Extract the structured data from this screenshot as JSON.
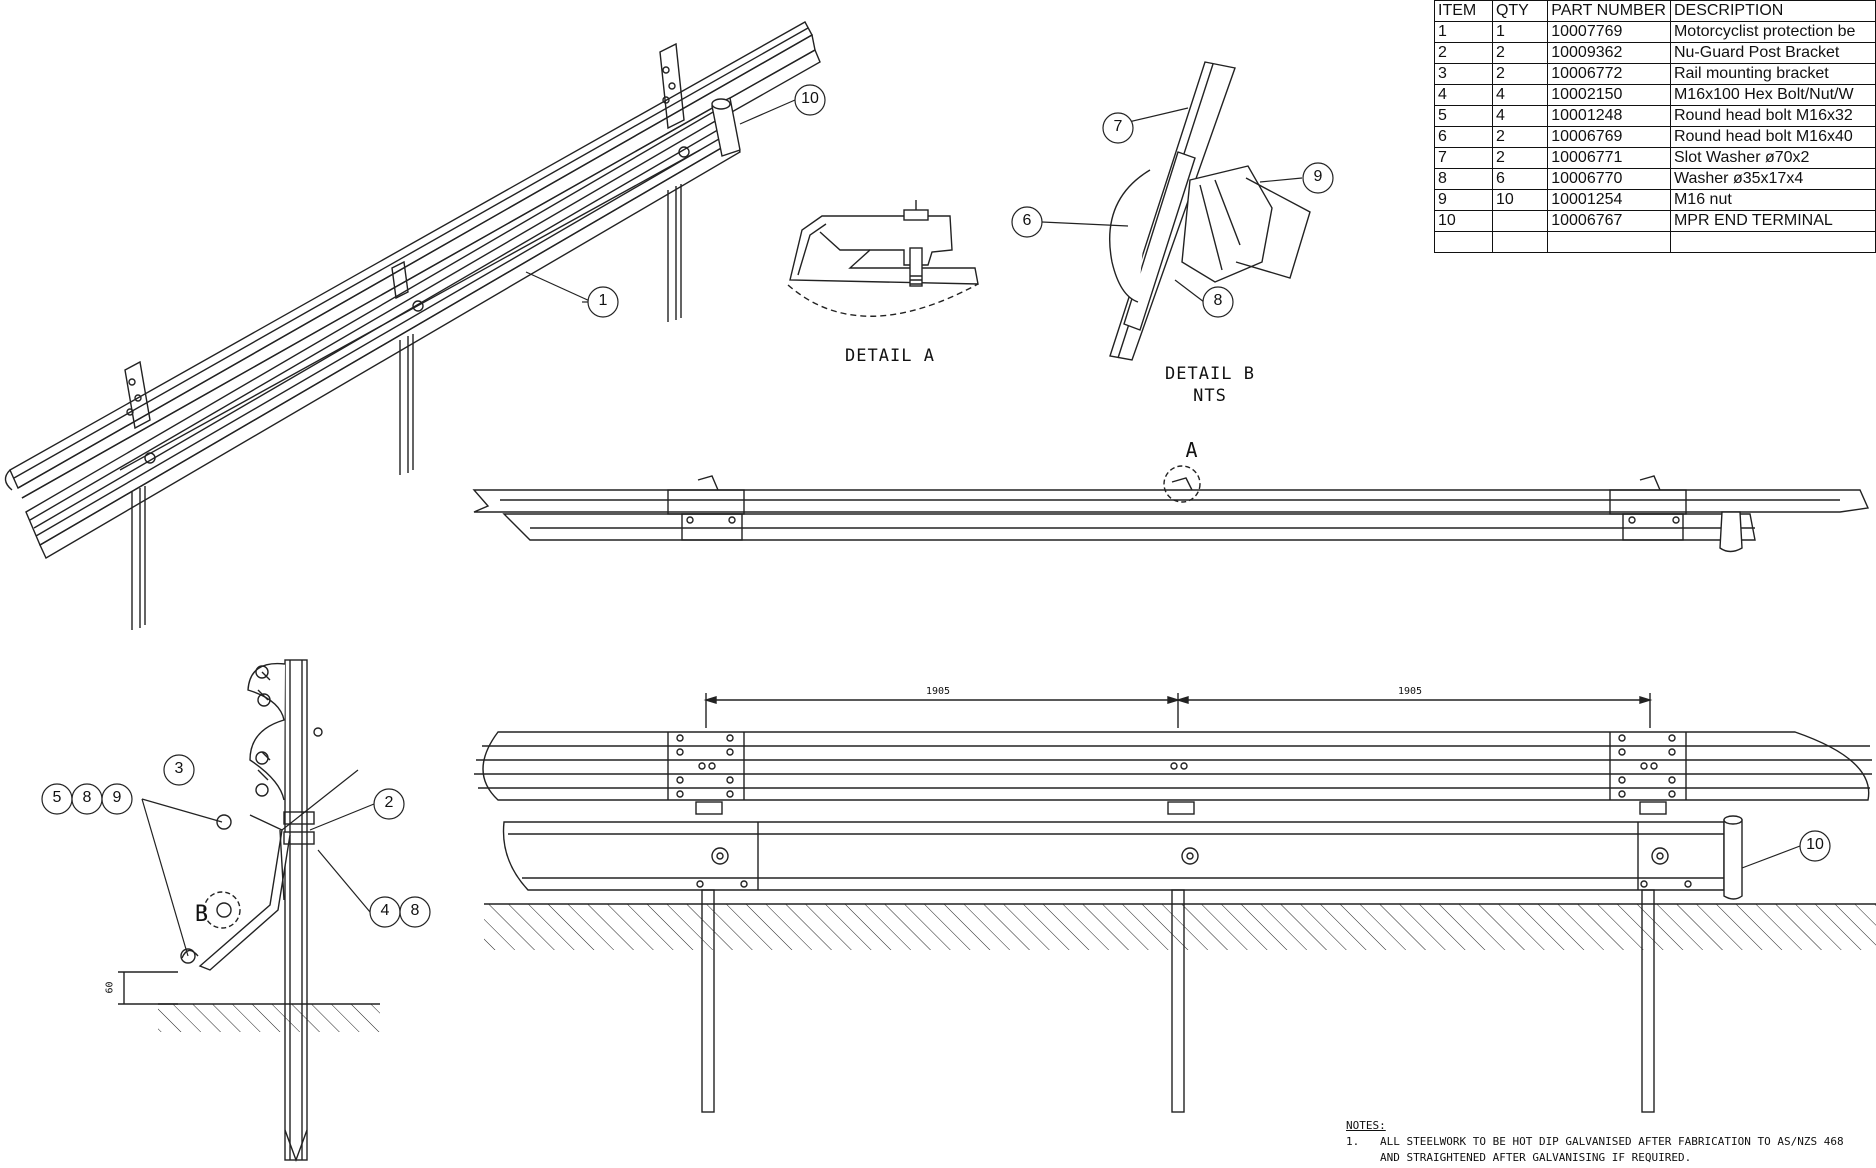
{
  "bom": {
    "headers": [
      "ITEM",
      "QTY",
      "PART NUMBER",
      "DESCRIPTION"
    ],
    "rows": [
      [
        "1",
        "1",
        "10007769",
        "Motorcyclist protection be"
      ],
      [
        "2",
        "2",
        "10009362",
        "Nu-Guard Post Bracket"
      ],
      [
        "3",
        "2",
        "10006772",
        "Rail mounting bracket"
      ],
      [
        "4",
        "4",
        "10002150",
        "M16x100 Hex Bolt/Nut/W"
      ],
      [
        "5",
        "4",
        "10001248",
        "Round head bolt M16x32"
      ],
      [
        "6",
        "2",
        "10006769",
        "Round head bolt M16x40"
      ],
      [
        "7",
        "2",
        "10006771",
        "Slot Washer ø70x2"
      ],
      [
        "8",
        "6",
        "10006770",
        "Washer ø35x17x4"
      ],
      [
        "9",
        "10",
        "10001254",
        "M16 nut"
      ],
      [
        "10",
        "",
        "10006767",
        "MPR END TERMINAL"
      ],
      [
        "",
        "",
        "",
        ""
      ]
    ]
  },
  "details": {
    "a_label": "DETAIL  A",
    "b_label": "DETAIL  B",
    "b_scale": "NTS",
    "a_marker": "A",
    "b_marker": "B"
  },
  "dimensions": {
    "span_left": "1905",
    "span_right": "1905",
    "ground_clearance": "60"
  },
  "callouts": {
    "c1": "1",
    "c2": "2",
    "c3": "3",
    "c4": "4",
    "c5": "5",
    "c6": "6",
    "c7": "7",
    "c8": "8",
    "c9": "9",
    "c10": "10"
  },
  "notes": {
    "heading": "NOTES:",
    "n1_num": "1.",
    "n1_line1": "ALL STEELWORK TO BE HOT DIP GALVANISED AFTER FABRICATION TO AS/NZS 468",
    "n1_line2": "AND STRAIGHTENED AFTER GALVANISING IF REQUIRED."
  }
}
